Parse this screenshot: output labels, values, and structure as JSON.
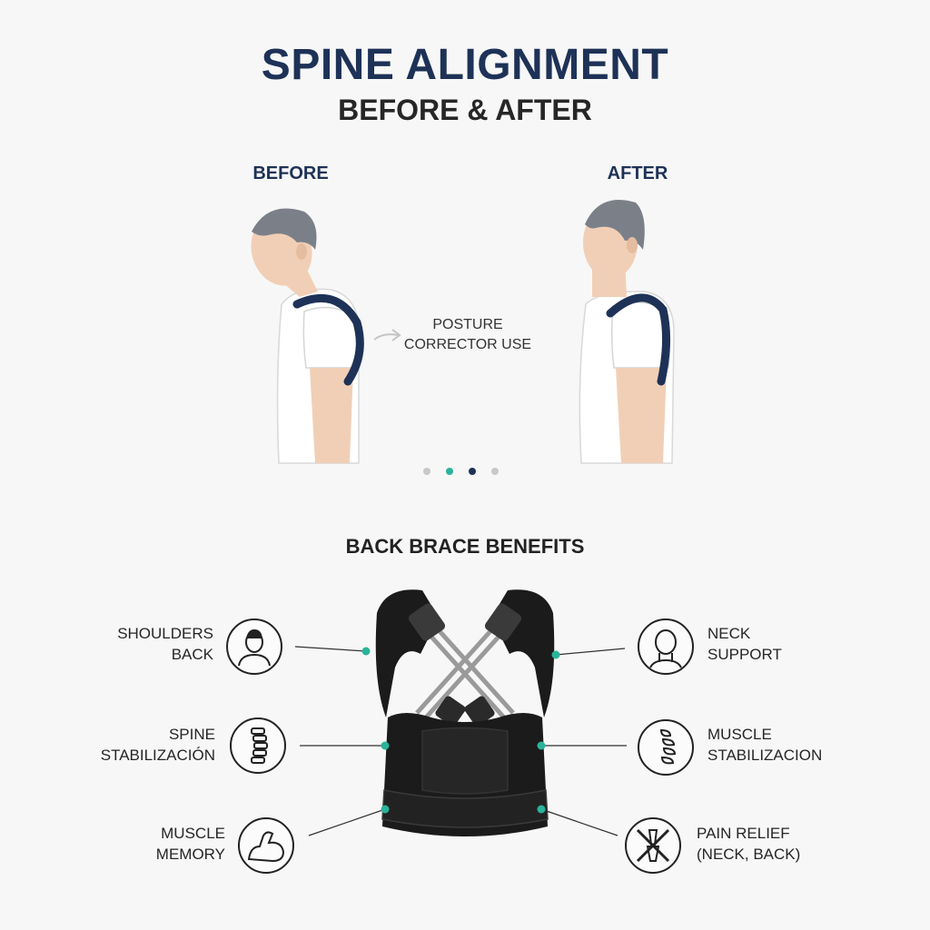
{
  "header": {
    "title": "SPINE ALIGNMENT",
    "subtitle": "BEFORE & AFTER"
  },
  "comparison": {
    "before_label": "BEFORE",
    "after_label": "AFTER",
    "middle_text_line1": "POSTURE",
    "middle_text_line2": "CORRECTOR USE"
  },
  "carousel": {
    "dot_count": 4,
    "active_index": 2
  },
  "benefits": {
    "section_title": "BACK BRACE BENEFITS",
    "left": [
      {
        "line1": "SHOULDERS",
        "line2": "BACK",
        "icon": "head-shoulders-icon"
      },
      {
        "line1": "SPINE",
        "line2": "STABILIZACIÓN",
        "icon": "spine-icon"
      },
      {
        "line1": "MUSCLE",
        "line2": "MEMORY",
        "icon": "flexed-arm-icon"
      }
    ],
    "right": [
      {
        "line1": "NECK",
        "line2": "SUPPORT",
        "icon": "head-neck-icon"
      },
      {
        "line1": "MUSCLE",
        "line2": "STABILIZACION",
        "icon": "vertebrae-icon"
      },
      {
        "line1": "PAIN RELIEF",
        "line2": "(NECK, BACK)",
        "icon": "no-pain-icon"
      }
    ]
  },
  "colors": {
    "navy": "#1e3257",
    "teal": "#2bb39a",
    "dot_gray": "#c8c8c8",
    "brace_black": "#1b1b1b"
  }
}
